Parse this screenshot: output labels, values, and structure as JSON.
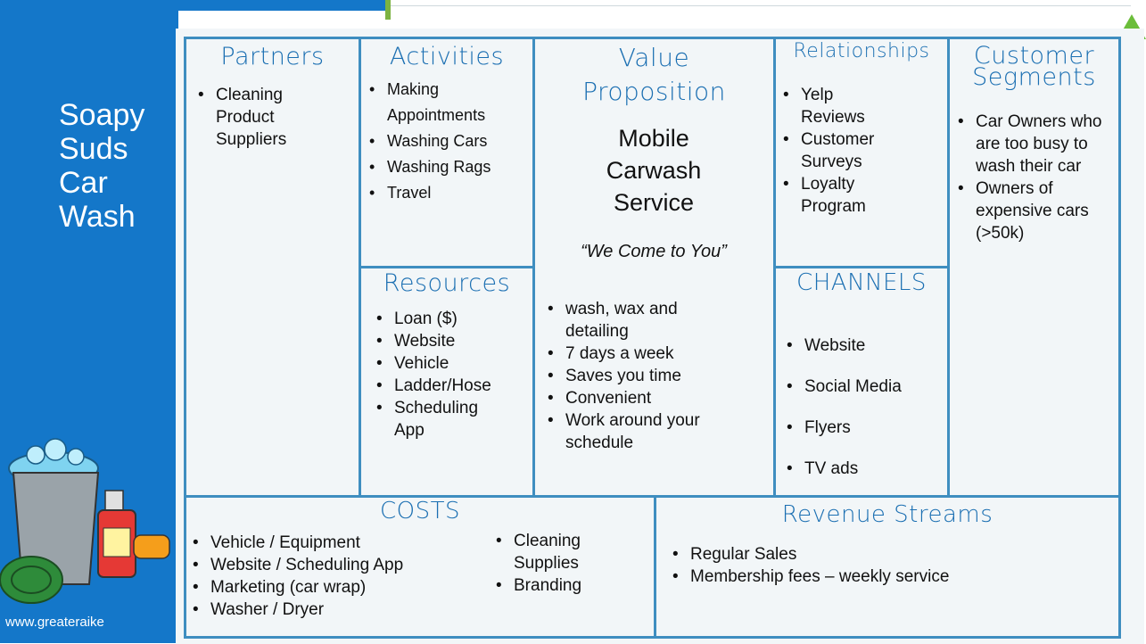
{
  "title_lines": [
    "Soapy",
    "Suds",
    "Car",
    "Wash"
  ],
  "url": "www.greateraike",
  "headings": {
    "partners": "Partners",
    "activities": "Activities",
    "value_1": "Value",
    "value_2": "Proposition",
    "relationships": "Relationships",
    "customer_1": "Customer",
    "customer_2": "Segments",
    "resources": "Resources",
    "channels": "CHANNELS",
    "costs": "COSTS",
    "revenue": "Revenue Streams"
  },
  "partners": [
    "Cleaning Product Suppliers"
  ],
  "activities": [
    "Making Appointments",
    "Washing Cars",
    "Washing Rags",
    "Travel"
  ],
  "value_title": [
    "Mobile",
    "Carwash",
    "Service"
  ],
  "value_slogan": "“We Come to You”",
  "value_items": [
    "wash, wax and detailing",
    "7 days a week",
    "Saves you time",
    "Convenient",
    "Work around your schedule"
  ],
  "relationships": [
    "Yelp Reviews",
    "Customer Surveys",
    "Loyalty Program"
  ],
  "customer_segments": [
    "Car Owners who are too busy to wash their car",
    "Owners of expensive cars (>50k)"
  ],
  "resources": [
    "Loan ($)",
    "Website",
    "Vehicle",
    "Ladder/Hose",
    "Scheduling App"
  ],
  "channels": [
    "Website",
    "Social Media",
    "Flyers",
    "TV ads"
  ],
  "costs_left": [
    "Vehicle / Equipment",
    "Website / Scheduling App",
    "Marketing (car wrap)",
    "Washer / Dryer"
  ],
  "costs_right": [
    "Cleaning Supplies",
    "Branding"
  ],
  "revenue": [
    "Regular Sales",
    "Membership fees – weekly service"
  ],
  "colors": {
    "sidebar": "#1477c9",
    "heading": "#1b6fb2",
    "grid": "#3f8ec0",
    "triangle": "#6bbd3a"
  }
}
